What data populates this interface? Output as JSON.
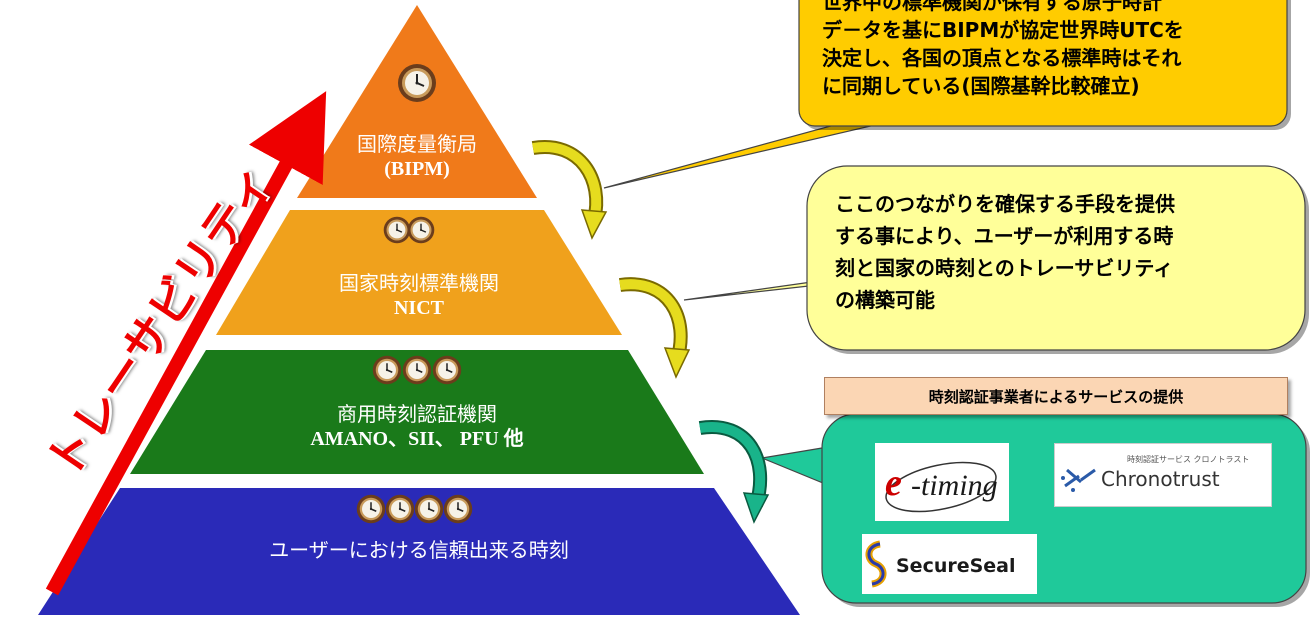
{
  "pyramid": {
    "tiers": [
      {
        "name": "国際度量衡局",
        "sub": "(BIPM)",
        "color": "#f07a1a"
      },
      {
        "name": "国家時刻標準機関",
        "sub": "NICT",
        "color": "#f0a11c"
      },
      {
        "name": "商用時刻認証機関",
        "sub": "AMANO、SII、 PFU  他",
        "color": "#1a7a1a"
      },
      {
        "name": "ユーザーにおける信頼出来る時刻",
        "sub": "",
        "color": "#2a2ab8"
      }
    ]
  },
  "traceability": {
    "label": "トレーサビリティ",
    "color": "#ee0000"
  },
  "callouts": {
    "top": {
      "lines": [
        "世界中の標準機関が保有する原子時計",
        "デ－タを基にBIPMが協定世界時UTCを",
        "決定し、各国の頂点となる標準時はそれ",
        "に同期している(国際基幹比較確立)"
      ],
      "color": "#ffcc00"
    },
    "middle": {
      "lines": [
        "ここのつながりを確保する手段を提供",
        "する事により、ユーザーが利用する時",
        "刻と国家の時刻とのトレーサビリティ",
        "の構築可能"
      ],
      "color": "#ffff99"
    },
    "bottom": {
      "header": "時刻認証事業者によるサービスの提供",
      "color": "#1fc99a",
      "logos": {
        "etiming": "e-timing",
        "chrono_small": "時刻認証サービス クロノトラスト",
        "chrono": "Chronotrust",
        "secure": "SecureSeal"
      }
    }
  }
}
